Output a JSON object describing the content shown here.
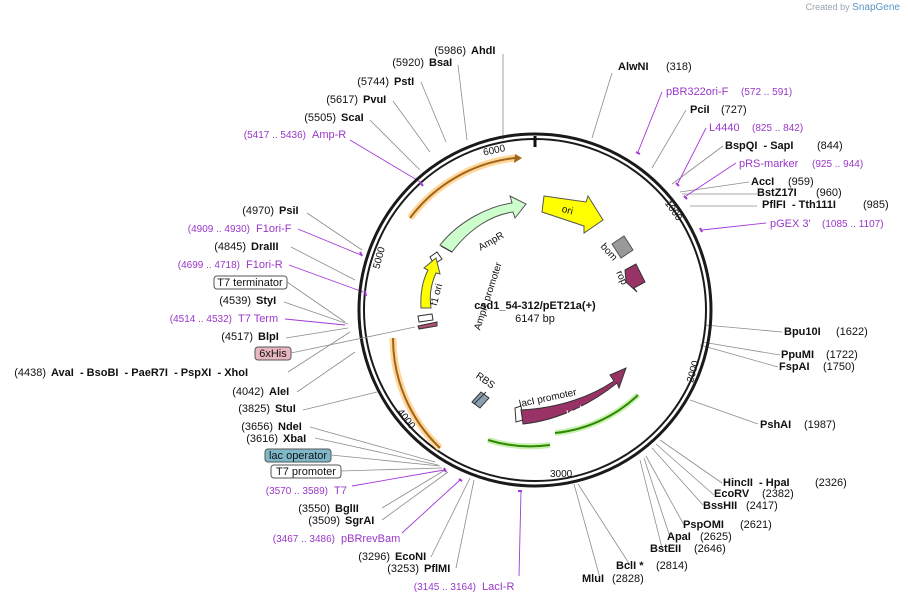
{
  "brand": {
    "prefix": "Created by",
    "name": "SnapGene"
  },
  "plasmid": {
    "name": "csd1_54-312/pET21a(+)",
    "length": "6147 bp"
  },
  "ticks": [
    "1000",
    "2000",
    "3000",
    "4000",
    "5000",
    "6000"
  ],
  "sites": [
    {
      "pos": "(5986)",
      "name": "AhdI"
    },
    {
      "pos": "(5920)",
      "name": "BsaI"
    },
    {
      "pos": "(5744)",
      "name": "PstI"
    },
    {
      "pos": "(5617)",
      "name": "PvuI"
    },
    {
      "pos": "(5505)",
      "name": "ScaI"
    },
    {
      "pos": "(4970)",
      "name": "PsiI"
    },
    {
      "pos": "(4845)",
      "name": "DraIII"
    },
    {
      "pos": "(4539)",
      "name": "StyI"
    },
    {
      "pos": "(4517)",
      "name": "BlpI"
    },
    {
      "pos": "(4438)",
      "name": "AvaI  - BsoBI  - PaeR7I  - PspXI  - XhoI"
    },
    {
      "pos": "(4042)",
      "name": "AleI"
    },
    {
      "pos": "(3825)",
      "name": "StuI"
    },
    {
      "pos": "(3656)",
      "name": "NdeI"
    },
    {
      "pos": "(3616)",
      "name": "XbaI"
    },
    {
      "pos": "(3550)",
      "name": "BglII"
    },
    {
      "pos": "(3509)",
      "name": "SgrAI"
    },
    {
      "pos": "(3296)",
      "name": "EcoNI"
    },
    {
      "pos": "(3253)",
      "name": "PflMI"
    },
    {
      "pos": "(2828)",
      "name": "MluI"
    },
    {
      "pos": "(2814)",
      "name": "BclI *"
    },
    {
      "pos": "(2646)",
      "name": "BstEII"
    },
    {
      "pos": "(2625)",
      "name": "ApaI"
    },
    {
      "pos": "(2621)",
      "name": "PspOMI"
    },
    {
      "pos": "(2417)",
      "name": "BssHII"
    },
    {
      "pos": "(2382)",
      "name": "EcoRV"
    },
    {
      "pos": "(2326)",
      "name": "HincII  - HpaI"
    },
    {
      "pos": "(1987)",
      "name": "PshAI"
    },
    {
      "pos": "(1750)",
      "name": "FspAI"
    },
    {
      "pos": "(1722)",
      "name": "PpuMI"
    },
    {
      "pos": "(1622)",
      "name": "Bpu10I"
    },
    {
      "pos": "(985)",
      "name": "PflFI  - Tth111I"
    },
    {
      "pos": "(960)",
      "name": "BstZ17I"
    },
    {
      "pos": "(959)",
      "name": "AccI"
    },
    {
      "pos": "(844)",
      "name": "BspQI  - SapI"
    },
    {
      "pos": "(727)",
      "name": "PciI"
    },
    {
      "pos": "(318)",
      "name": "AlwNI"
    }
  ],
  "primers": [
    {
      "pos": "(5417 .. 5436)",
      "name": "Amp-R"
    },
    {
      "pos": "(4909 .. 4930)",
      "name": "F1ori-F"
    },
    {
      "pos": "(4699 .. 4718)",
      "name": "F1ori-R"
    },
    {
      "pos": "(4514 .. 4532)",
      "name": "T7 Term"
    },
    {
      "pos": "(3570 .. 3589)",
      "name": "T7"
    },
    {
      "pos": "(3467 .. 3486)",
      "name": "pBRrevBam"
    },
    {
      "pos": "(3145 .. 3164)",
      "name": "LacI-R"
    },
    {
      "pos": "(572 .. 591)",
      "name": "pBR322ori-F"
    },
    {
      "pos": "(825 .. 842)",
      "name": "L4440"
    },
    {
      "pos": "(925 .. 944)",
      "name": "pRS-marker"
    },
    {
      "pos": "(1085 .. 1107)",
      "name": "pGEX 3'"
    }
  ],
  "boxes": {
    "t7term": "T7 terminator",
    "his": "6xHis",
    "lacop": "lac operator",
    "t7prom": "T7 promoter"
  },
  "features": {
    "ori": "ori",
    "bom": "bom",
    "rop": "rop",
    "ampr": "AmpR",
    "ampprom": "AmpR promoter",
    "f1ori": "f1 ori",
    "rbs": "RBS",
    "lacprom": "lacI promoter",
    "laci": "lacI"
  },
  "colors": {
    "ori": "#ffff00",
    "ampr": "#ccffcc",
    "laci": "#993366",
    "rop": "#993366",
    "bom": "#999999",
    "orf": "#f5a623",
    "orfGreen": "#33aa00",
    "primer": "#a33ad6",
    "his": "#e8b7c0",
    "lacop": "#7fb9c9"
  }
}
